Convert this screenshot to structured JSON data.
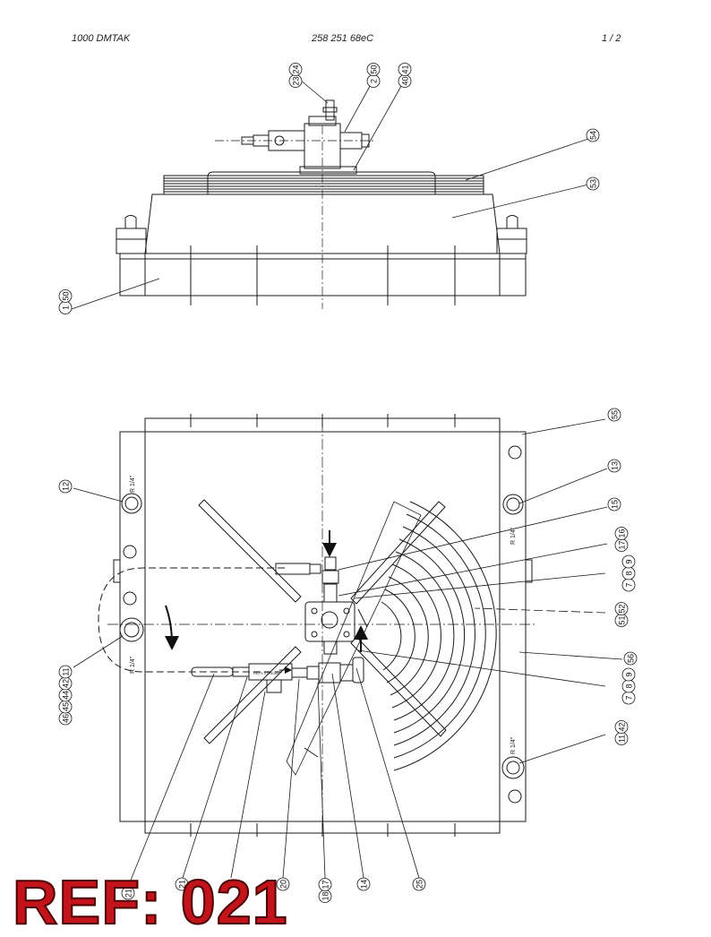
{
  "header": {
    "model": "1000   DMTAK",
    "doc_number": "258 251 68eC",
    "page": "1  /  2"
  },
  "top_view_callouts": [
    {
      "id": "c-23-24",
      "lines": [
        "23",
        "24"
      ]
    },
    {
      "id": "c-2-50",
      "lines": [
        "2",
        "50"
      ]
    },
    {
      "id": "c-40-41",
      "lines": [
        "40",
        "41"
      ]
    },
    {
      "id": "c-54",
      "lines": [
        "54"
      ]
    },
    {
      "id": "c-53",
      "lines": [
        "53"
      ]
    },
    {
      "id": "c-1-50",
      "lines": [
        "1",
        "50"
      ]
    }
  ],
  "plan_view_callouts": [
    {
      "id": "c-55",
      "lines": [
        "55"
      ]
    },
    {
      "id": "c-13",
      "lines": [
        "13"
      ]
    },
    {
      "id": "c-15",
      "lines": [
        "15"
      ]
    },
    {
      "id": "c-17-16",
      "lines": [
        "17",
        "16"
      ]
    },
    {
      "id": "c-7-8-9a",
      "lines": [
        "7",
        "8",
        "9"
      ]
    },
    {
      "id": "c-51-52",
      "lines": [
        "51",
        "52"
      ]
    },
    {
      "id": "c-56",
      "lines": [
        "56"
      ]
    },
    {
      "id": "c-7-8-9b",
      "lines": [
        "7",
        "8",
        "9"
      ]
    },
    {
      "id": "c-11-42",
      "lines": [
        "11",
        "42"
      ]
    },
    {
      "id": "c-12",
      "lines": [
        "12"
      ]
    },
    {
      "id": "c-46-45-44-42-11",
      "lines": [
        "46",
        "45",
        "44",
        "42",
        "11"
      ]
    },
    {
      "id": "c-21",
      "lines": [
        "21"
      ]
    },
    {
      "id": "c-21b",
      "lines": [
        "21"
      ]
    },
    {
      "id": "c-20",
      "lines": [
        "20"
      ]
    },
    {
      "id": "c-18-17",
      "lines": [
        "18",
        "17"
      ]
    },
    {
      "id": "c-14",
      "lines": [
        "14"
      ]
    },
    {
      "id": "c-25",
      "lines": [
        "25"
      ]
    }
  ],
  "port_labels": [
    "R 1/4\"",
    "R 1/4\"",
    "R 1/4\"",
    "R 1/4\""
  ],
  "valve_label": "REFS STREAM",
  "watermark": "REF: 021",
  "colors": {
    "line": "#1a1a1a",
    "watermark": "#c3141b"
  }
}
